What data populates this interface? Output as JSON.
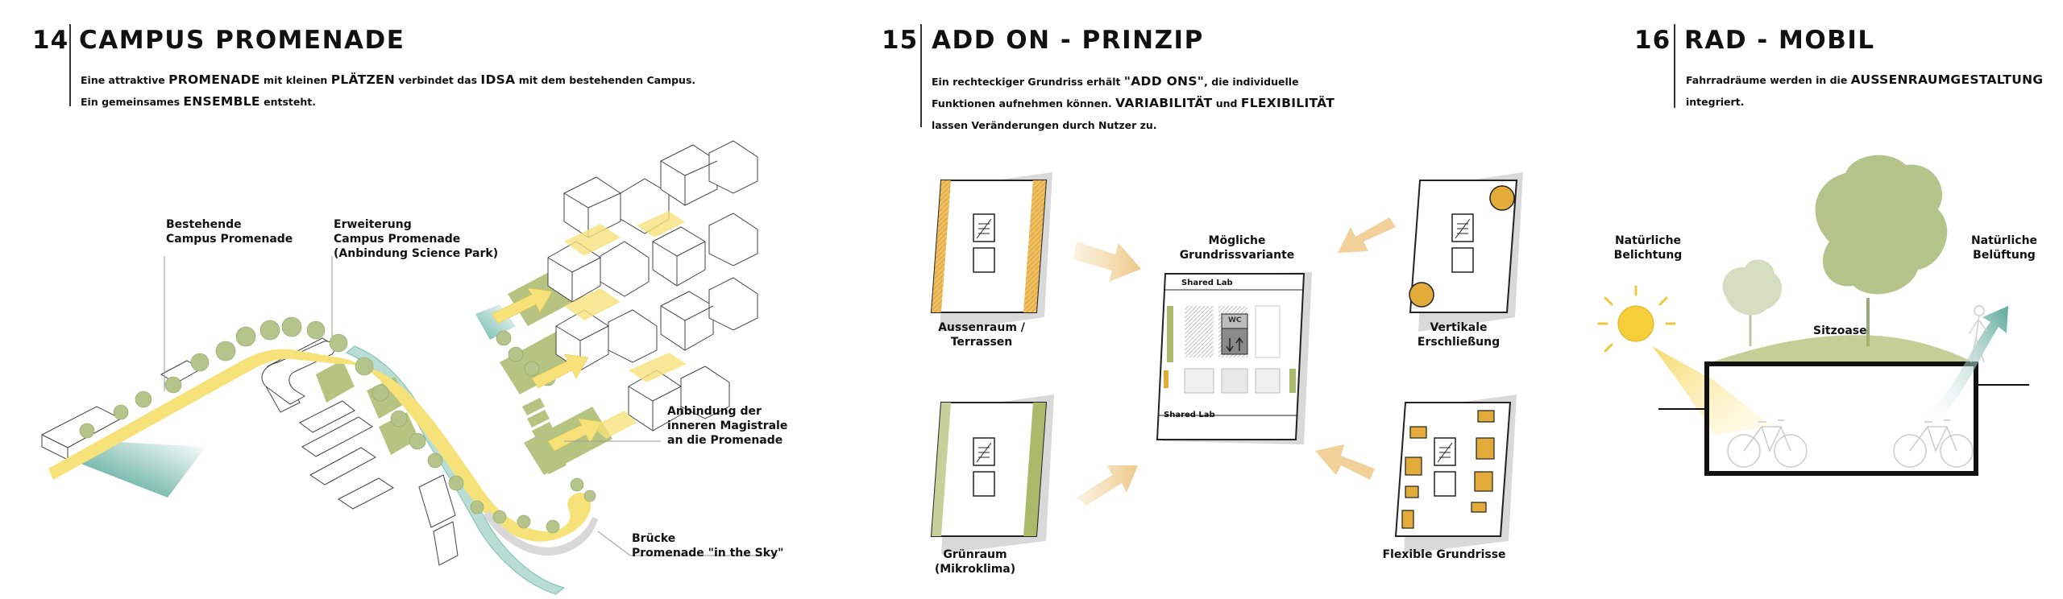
{
  "sections": [
    {
      "number": "14",
      "title": "CAMPUS PROMENADE",
      "intro_lines": [
        [
          "Eine attraktive ",
          "PROMENADE",
          " mit kleinen ",
          "PLÄTZEN",
          " verbindet das ",
          "IDSA",
          " mit dem bestehenden Campus."
        ],
        [
          "Ein gemeinsames ",
          "ENSEMBLE",
          " entsteht."
        ]
      ],
      "labels": {
        "existing": [
          "Bestehende",
          "Campus Promenade"
        ],
        "extension": [
          "Erweiterung",
          "Campus Promenade",
          "(Anbindung Science Park)"
        ],
        "magistrale": [
          "Anbindung der",
          "inneren Magistrale",
          "an die Promenade"
        ],
        "bridge": [
          "Brücke",
          "Promenade \"in the Sky\""
        ]
      }
    },
    {
      "number": "15",
      "title": "ADD ON - PRINZIP",
      "intro_lines": [
        [
          "Ein rechteckiger Grundriss erhält ",
          "\"ADD ONS\"",
          ", die individuelle"
        ],
        [
          "Funktionen aufnehmen können. ",
          "VARIABILITÄT",
          " und ",
          "FLEXIBILITÄT"
        ],
        [
          "lassen Veränderungen durch Nutzer zu."
        ]
      ],
      "labels": {
        "outdoor": [
          "Aussenraum /",
          "Terrassen"
        ],
        "green": [
          "Grünraum",
          "(Mikroklima)"
        ],
        "variant": [
          "Mögliche",
          "Grundrissvariante"
        ],
        "vertical": [
          "Vertikale",
          "Erschließung"
        ],
        "flexible": [
          "Flexible Grundrisse"
        ],
        "shared_lab_top": "Shared Lab",
        "shared_lab_bottom": "Shared Lab",
        "wc": "WC"
      }
    },
    {
      "number": "16",
      "title": "RAD - MOBIL",
      "intro_lines": [
        [
          "Fahrradräume werden in die ",
          "AUSSENRAUMGESTALTUNG"
        ],
        [
          "integriert."
        ]
      ],
      "labels": {
        "light": [
          "Natürliche",
          "Belichtung"
        ],
        "air": [
          "Natürliche",
          "Belüftung"
        ],
        "seat": [
          "Sitzoase"
        ]
      }
    }
  ],
  "colors": {
    "yellow": "#f7e27a",
    "yellow_soft": "#faeeb0",
    "green": "#a9ba6a",
    "green_soft": "#c5d19a",
    "teal": "#4aa593",
    "orange": "#eec888",
    "ochre": "#e3ac3a",
    "tree": "#b4c48a",
    "grey": "#d8d8d8"
  }
}
